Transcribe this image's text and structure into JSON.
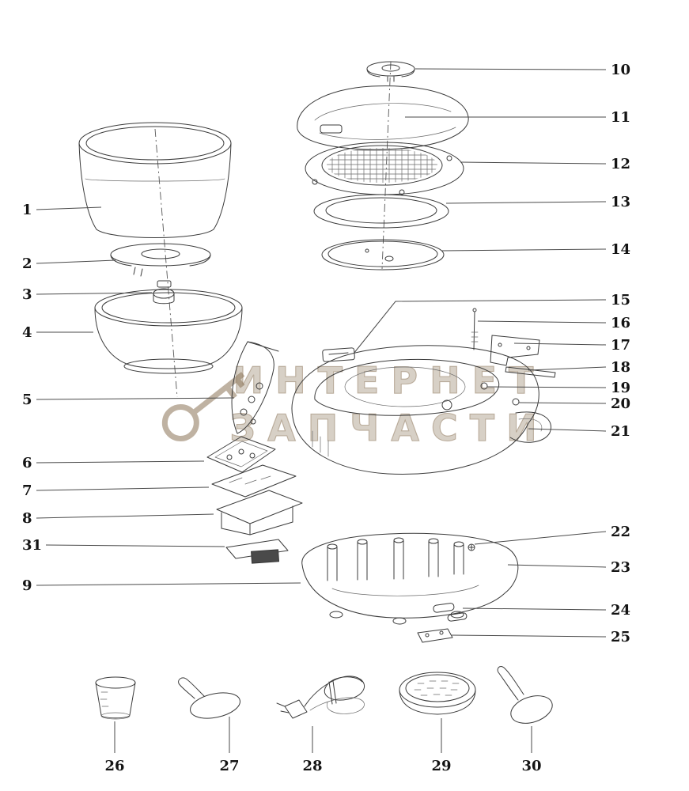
{
  "watermark": {
    "line1": "ИНТЕРНЕТ",
    "line2": "ЗАПЧАСТИ",
    "color": "#8b7457"
  },
  "labels": {
    "p1": "1",
    "p2": "2",
    "p3": "3",
    "p4": "4",
    "p5": "5",
    "p6": "6",
    "p7": "7",
    "p8": "8",
    "p9": "9",
    "p10": "10",
    "p11": "11",
    "p12": "12",
    "p13": "13",
    "p14": "14",
    "p15": "15",
    "p16": "16",
    "p17": "17",
    "p18": "18",
    "p19": "19",
    "p20": "20",
    "p21": "21",
    "p22": "22",
    "p23": "23",
    "p24": "24",
    "p25": "25",
    "p26": "26",
    "p27": "27",
    "p28": "28",
    "p29": "29",
    "p30": "30",
    "p31": "31"
  }
}
